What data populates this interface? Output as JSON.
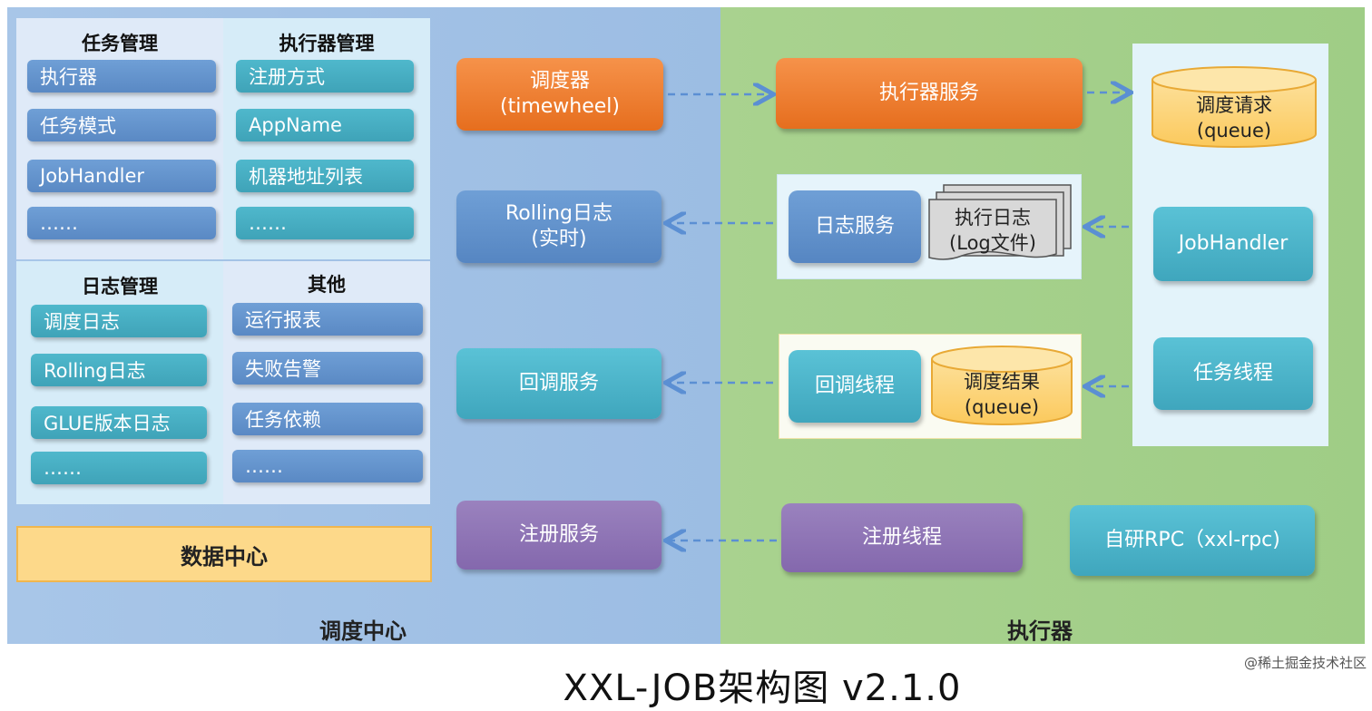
{
  "scheduler_center": {
    "title": "调度中心",
    "task_mgmt": {
      "title": "任务管理",
      "items": [
        "执行器",
        "任务模式",
        "JobHandler",
        "……"
      ]
    },
    "executor_mgmt": {
      "title": "执行器管理",
      "items": [
        "注册方式",
        "AppName",
        "机器地址列表",
        "……"
      ]
    },
    "log_mgmt": {
      "title": "日志管理",
      "items": [
        "调度日志",
        "Rolling日志",
        "GLUE版本日志",
        "……"
      ]
    },
    "other": {
      "title": "其他",
      "items": [
        "运行报表",
        "失败告警",
        "任务依赖",
        "……"
      ]
    },
    "data_center": "数据中心",
    "services": {
      "scheduler_l1": "调度器",
      "scheduler_l2": "(timewheel)",
      "rolling_l1": "Rolling日志",
      "rolling_l2": "(实时)",
      "callback": "回调服务",
      "register": "注册服务"
    }
  },
  "executor": {
    "title": "执行器",
    "executor_service": "执行器服务",
    "log_service": "日志服务",
    "exec_log_l1": "执行日志",
    "exec_log_l2": "(Log文件)",
    "callback_thread": "回调线程",
    "result_l1": "调度结果",
    "result_l2": "(queue)",
    "register_thread": "注册线程",
    "rpc": "自研RPC（xxl-rpc)",
    "queue_l1": "调度请求",
    "queue_l2": "(queue)",
    "jobhandler": "JobHandler",
    "task_thread": "任务线程"
  },
  "footer": {
    "title": "XXL-JOB架构图 v2.1.0",
    "watermark": "@稀土掘金技术社区"
  },
  "colors": {
    "scheduler_bg": "#a8c6e8",
    "executor_bg": "#a9d28f",
    "orange": "#e66e1e",
    "blue": "#5a89c4",
    "teal": "#3fa6bd",
    "purple": "#8468ad",
    "data_center": "#fdd98a",
    "arrow": "#5b8fd3"
  }
}
